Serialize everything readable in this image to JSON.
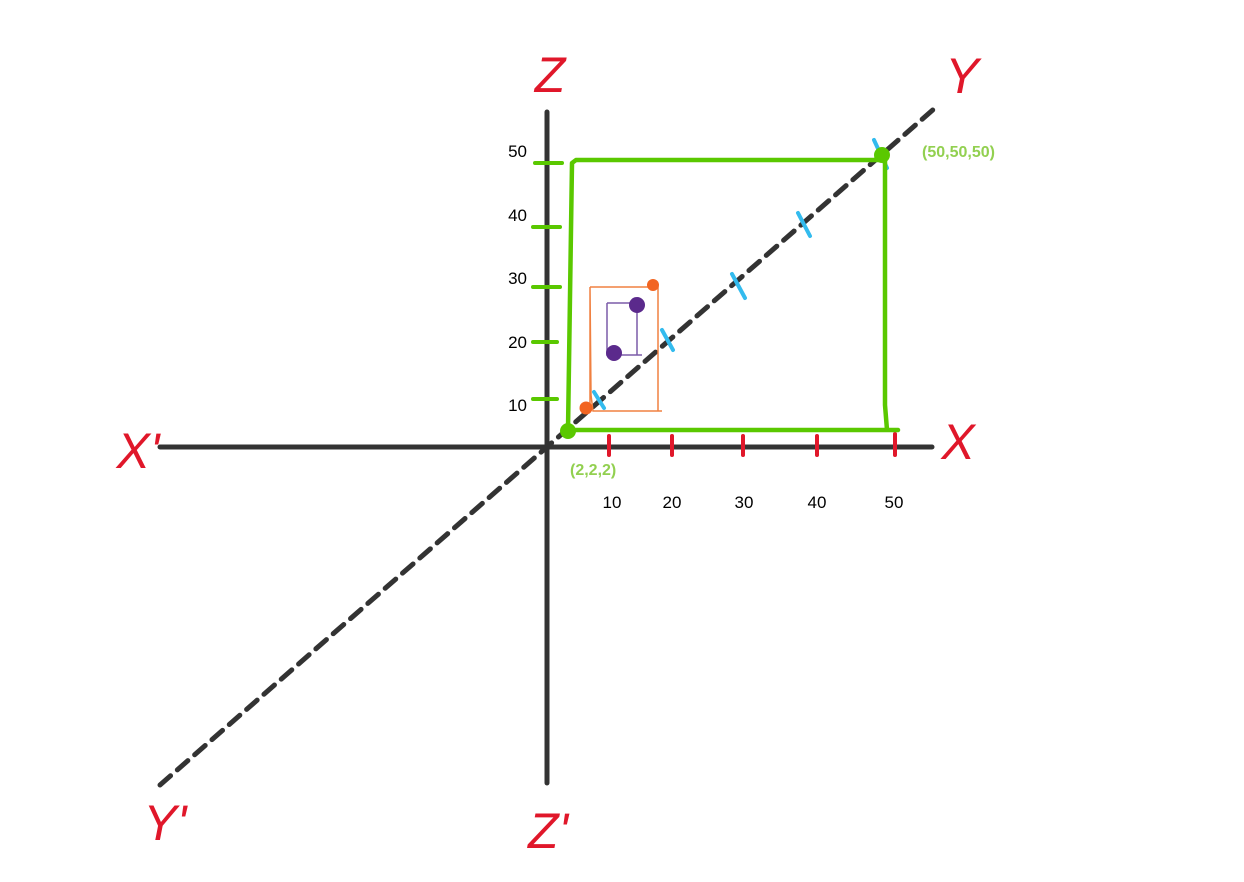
{
  "axes": {
    "x_pos": "X",
    "x_neg": "X'",
    "y_pos": "Y",
    "y_neg": "Y'",
    "z_pos": "Z",
    "z_neg": "Z'"
  },
  "ticks": {
    "x": [
      "10",
      "20",
      "30",
      "40",
      "50"
    ],
    "z": [
      "10",
      "20",
      "30",
      "40",
      "50"
    ]
  },
  "points": {
    "min_label": "(2,2,2)",
    "max_label": "(50,50,50)"
  },
  "colors": {
    "axis_solid": "#333333",
    "axis_dashed": "#333333",
    "axis_name": "#e0172a",
    "x_ticks": "#e0172a",
    "z_ticks": "#5ac800",
    "y_ticks": "#33bbee",
    "outer_box": "#5ac800",
    "point_label": "#92d050",
    "inner_box": "#f08040",
    "inner_point": "#f26522",
    "nested_box": "#7b5ca8",
    "nested_point": "#5b2a8c"
  }
}
